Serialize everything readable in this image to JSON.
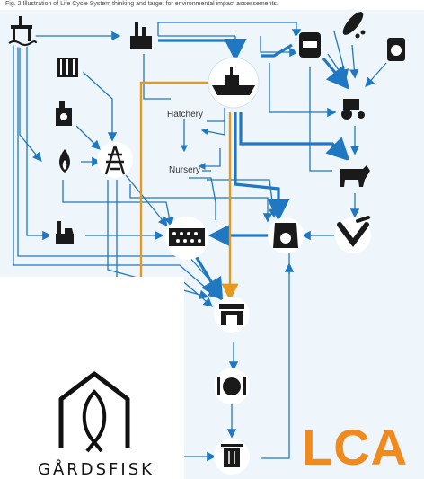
{
  "caption": "Fig. 2 Illustration of Life Cycle System thinking and target for environmental impact assessements.",
  "nodes": {
    "hatchery": "Hatchery",
    "nursery": "Nursery"
  },
  "brand": "GÅRDSFISK",
  "badge": "LCA",
  "colors": {
    "flow_blue": "#1f78c1",
    "feed_orange": "#e39a1e",
    "badge_orange": "#f08a1c",
    "icon_dark": "#1a1a1a"
  }
}
